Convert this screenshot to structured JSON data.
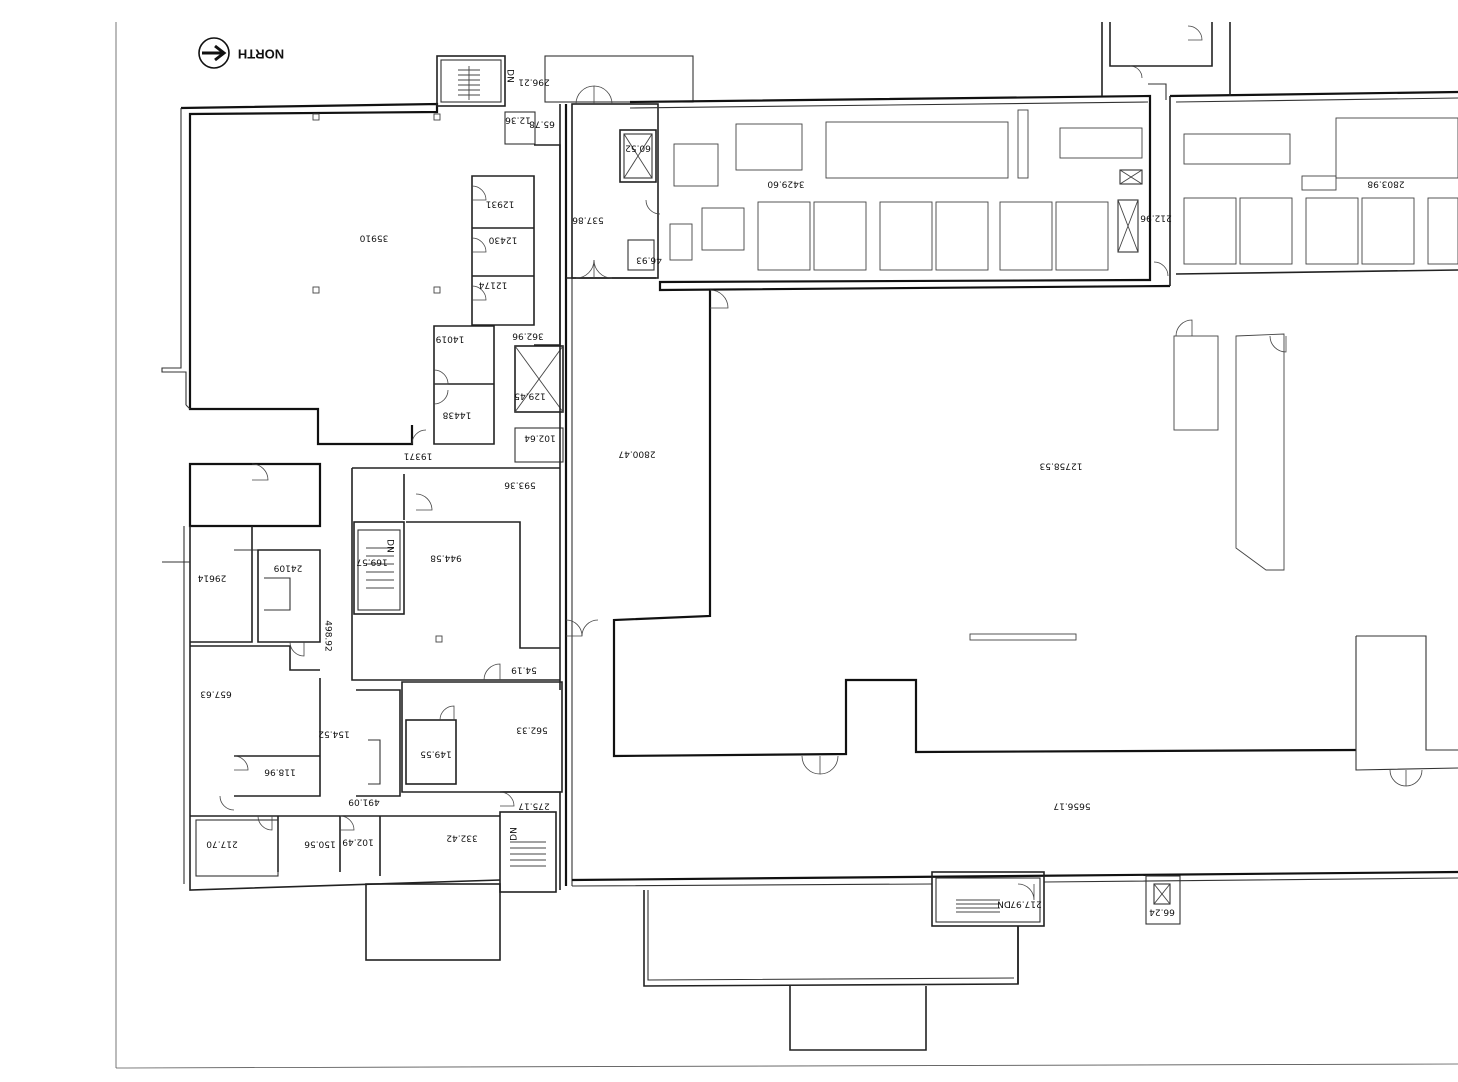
{
  "north": {
    "label": "NORTH"
  },
  "rooms": {
    "r_35910": "35910",
    "r_12931": "12931",
    "r_12430": "12430",
    "r_12174": "12174",
    "r_14019": "14019",
    "r_14438": "14438",
    "r_19371": "19371",
    "r_36296": "362.96",
    "r_12945": "129.45",
    "r_10264": "102.64",
    "r_29621": "296.21",
    "r_1236": "12.36",
    "r_6578": "65.78",
    "r_5378": "537.86",
    "r_4693": "46.93",
    "r_6052": "60.52",
    "r_342960": "3429.60",
    "r_21296": "212.96",
    "r_280398": "2803.98",
    "r_280047": "2800.47",
    "r_1275853": "12758.53",
    "r_59336": "593.36",
    "r_16957": "169.57",
    "r_94458": "944.58",
    "r_29614": "29614",
    "r_24109": "24109",
    "r_49892": "498.92",
    "r_5419": "54.19",
    "r_65763": "657.63",
    "r_15452": "154.52",
    "r_14955": "149.55",
    "r_56233": "562.33",
    "r_11896": "118.96",
    "r_49109": "491.09",
    "r_27517": "275.17",
    "r_21770": "217.70",
    "r_15056": "150.56",
    "r_10249": "102.49",
    "r_33242": "332.42",
    "r_565617": "5656.17",
    "r_21797": "217.97",
    "r_6624": "66.24",
    "dn_1": "DN",
    "dn_2": "DN",
    "dn_3": "DN",
    "dn_4": "DN"
  }
}
